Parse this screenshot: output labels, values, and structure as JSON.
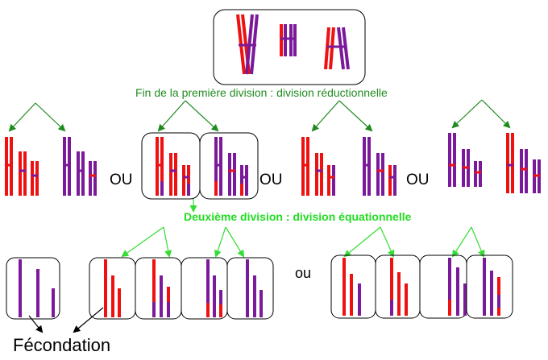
{
  "labels": {
    "first_division": "Fin de la première division : division réductionnelle",
    "second_division": "Deuxième division :  division équationnelle",
    "or_upper": "OU",
    "or_lower": "ou",
    "fertilization": "Fécondation"
  },
  "colors": {
    "red": "#ee1111",
    "purple": "#7a1a9a",
    "arrow_dark_green": "#1f8a1f",
    "arrow_light_green": "#33dd33",
    "text_first": "#228b22",
    "text_second": "#22dd22",
    "box": "#000000"
  }
}
